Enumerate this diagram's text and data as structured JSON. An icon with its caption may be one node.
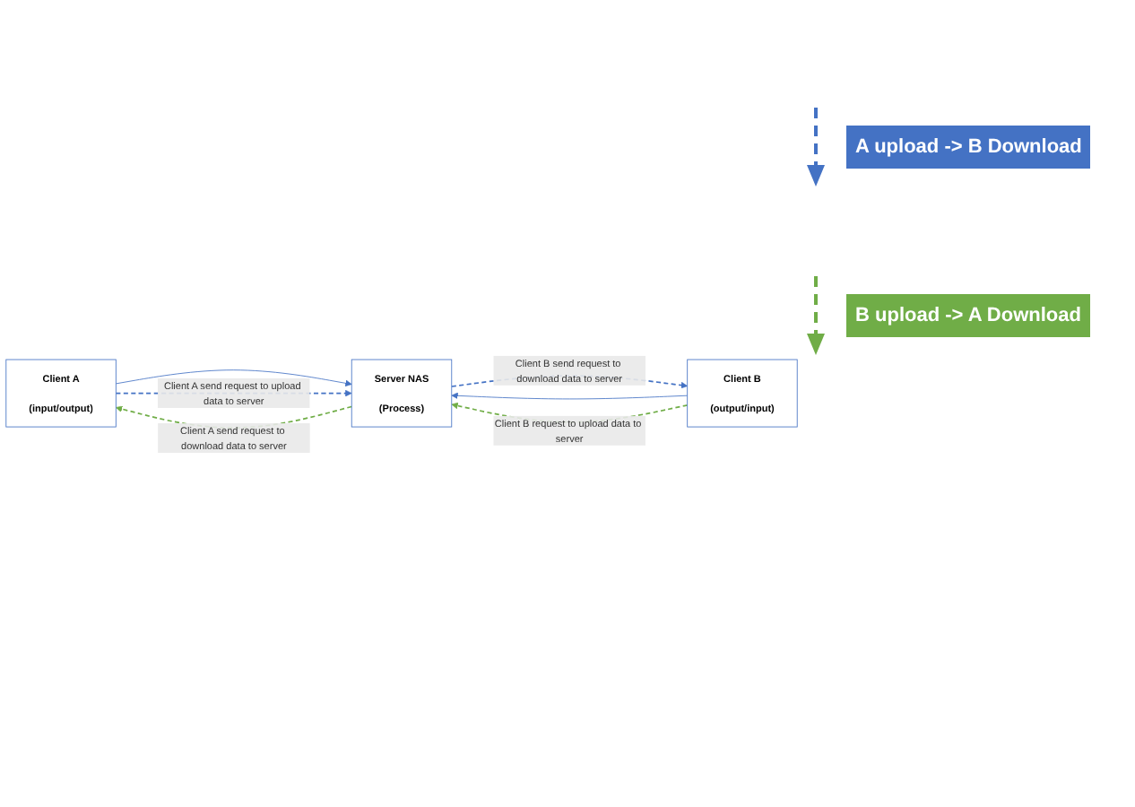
{
  "diagram": {
    "nodes": [
      {
        "text": [
          "Client A",
          "(input/output)"
        ]
      },
      {
        "text": [
          "Server NAS",
          "(Process)"
        ]
      },
      {
        "text": [
          "Client B",
          "(output/input)"
        ]
      }
    ],
    "edges": [
      {
        "from": 0,
        "to": 1,
        "arrow": "to"
      },
      {
        "from": 2,
        "to": 1,
        "arrow": "to"
      },
      {
        "from": 0,
        "to": 1,
        "arrow": "to",
        "style": "dashed",
        "label": "Client A send request to upload data to server"
      },
      {
        "from": 2,
        "to": 1,
        "arrow": "to",
        "style": "dashed",
        "color": "#70ad47",
        "label": "Client B request to upload data to server"
      },
      {
        "from": 1,
        "to": 0,
        "arrow": "to",
        "style": "dashed",
        "color": "#70ad47",
        "label": "Client A send request to download data to server"
      },
      {
        "from": 1,
        "to": 2,
        "arrow": "to",
        "style": "dashed",
        "label": "Client B send request to download data to server"
      }
    ],
    "legend": [
      {
        "text": "A upload -> B Download",
        "color": "#4472c4"
      },
      {
        "text": "B upload -> A Download",
        "color": "#70ad47"
      }
    ]
  }
}
